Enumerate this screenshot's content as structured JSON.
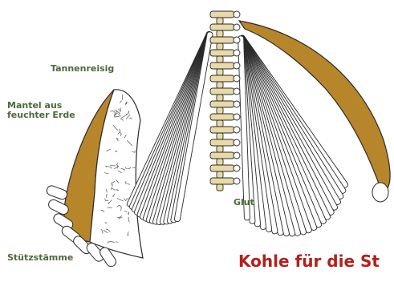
{
  "labels": {
    "tannenreisig": "Tannenreisig",
    "mantel_line1": "Mantel aus",
    "mantel_line2": "feuchter Erde",
    "glut": "Glut",
    "stuetzstaemme": "Stützstämme"
  },
  "headline": "Kohle für die St",
  "colors": {
    "earth": "#b8862a",
    "log_fill": "#ffffff",
    "log_outline": "#2a2a2a",
    "core_wood": "#e8d9a8",
    "label_green": "#4b6a3a",
    "headline_red": "#b3201a"
  }
}
